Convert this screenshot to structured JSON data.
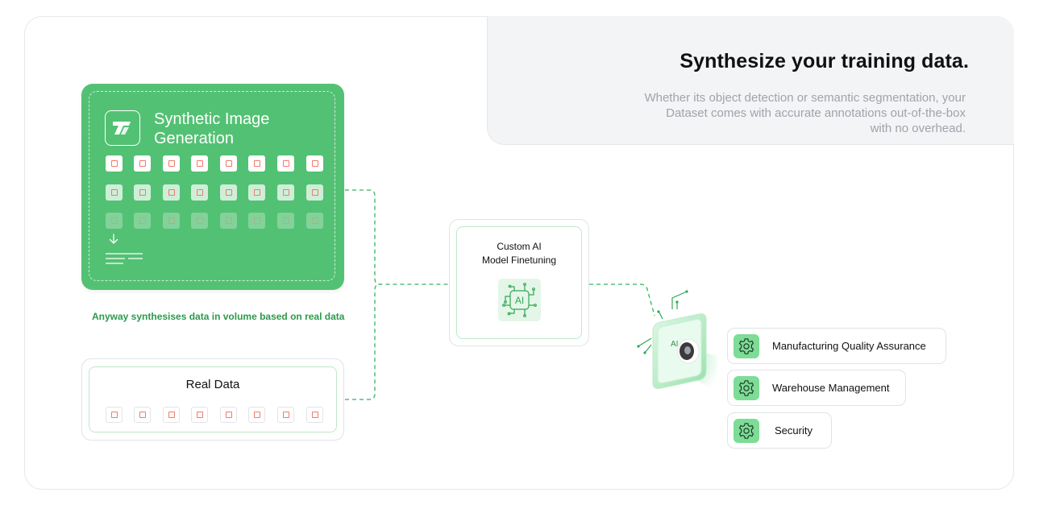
{
  "header": {
    "title": "Synthesize your training data.",
    "subtitle_lines": [
      "Whether its object detection or semantic segmentation, your",
      "Dataset comes with accurate annotations out-of-the-box",
      "with no overhead."
    ]
  },
  "synthetic": {
    "title_lines": [
      "Synthetic Image",
      "Generation"
    ],
    "logo_icon": "brand-logo-icon",
    "arrow_icon": "arrow-down-icon",
    "caption": "Anyway synthesises data in volume based on real data"
  },
  "real_data": {
    "title": "Real Data"
  },
  "custom_ai": {
    "title_lines": [
      "Custom AI",
      "Model Finetuning"
    ],
    "chip_icon": "ai-chip-icon",
    "chip_text": "AI"
  },
  "camera": {
    "label": "AI",
    "icon": "ai-camera-icon"
  },
  "applications": [
    {
      "label": "Manufacturing Quality Assurance",
      "icon": "gear-icon"
    },
    {
      "label": "Warehouse Management",
      "icon": "gear-icon"
    },
    {
      "label": "Security",
      "icon": "gear-icon"
    }
  ],
  "colors": {
    "accent_green": "#53c173",
    "caption_green": "#2c9a4b",
    "gear_bg": "#7ddc96",
    "tile_mark": "#f07a6a",
    "muted_text": "#a0a3aa",
    "panel_bg": "#f3f4f6"
  }
}
